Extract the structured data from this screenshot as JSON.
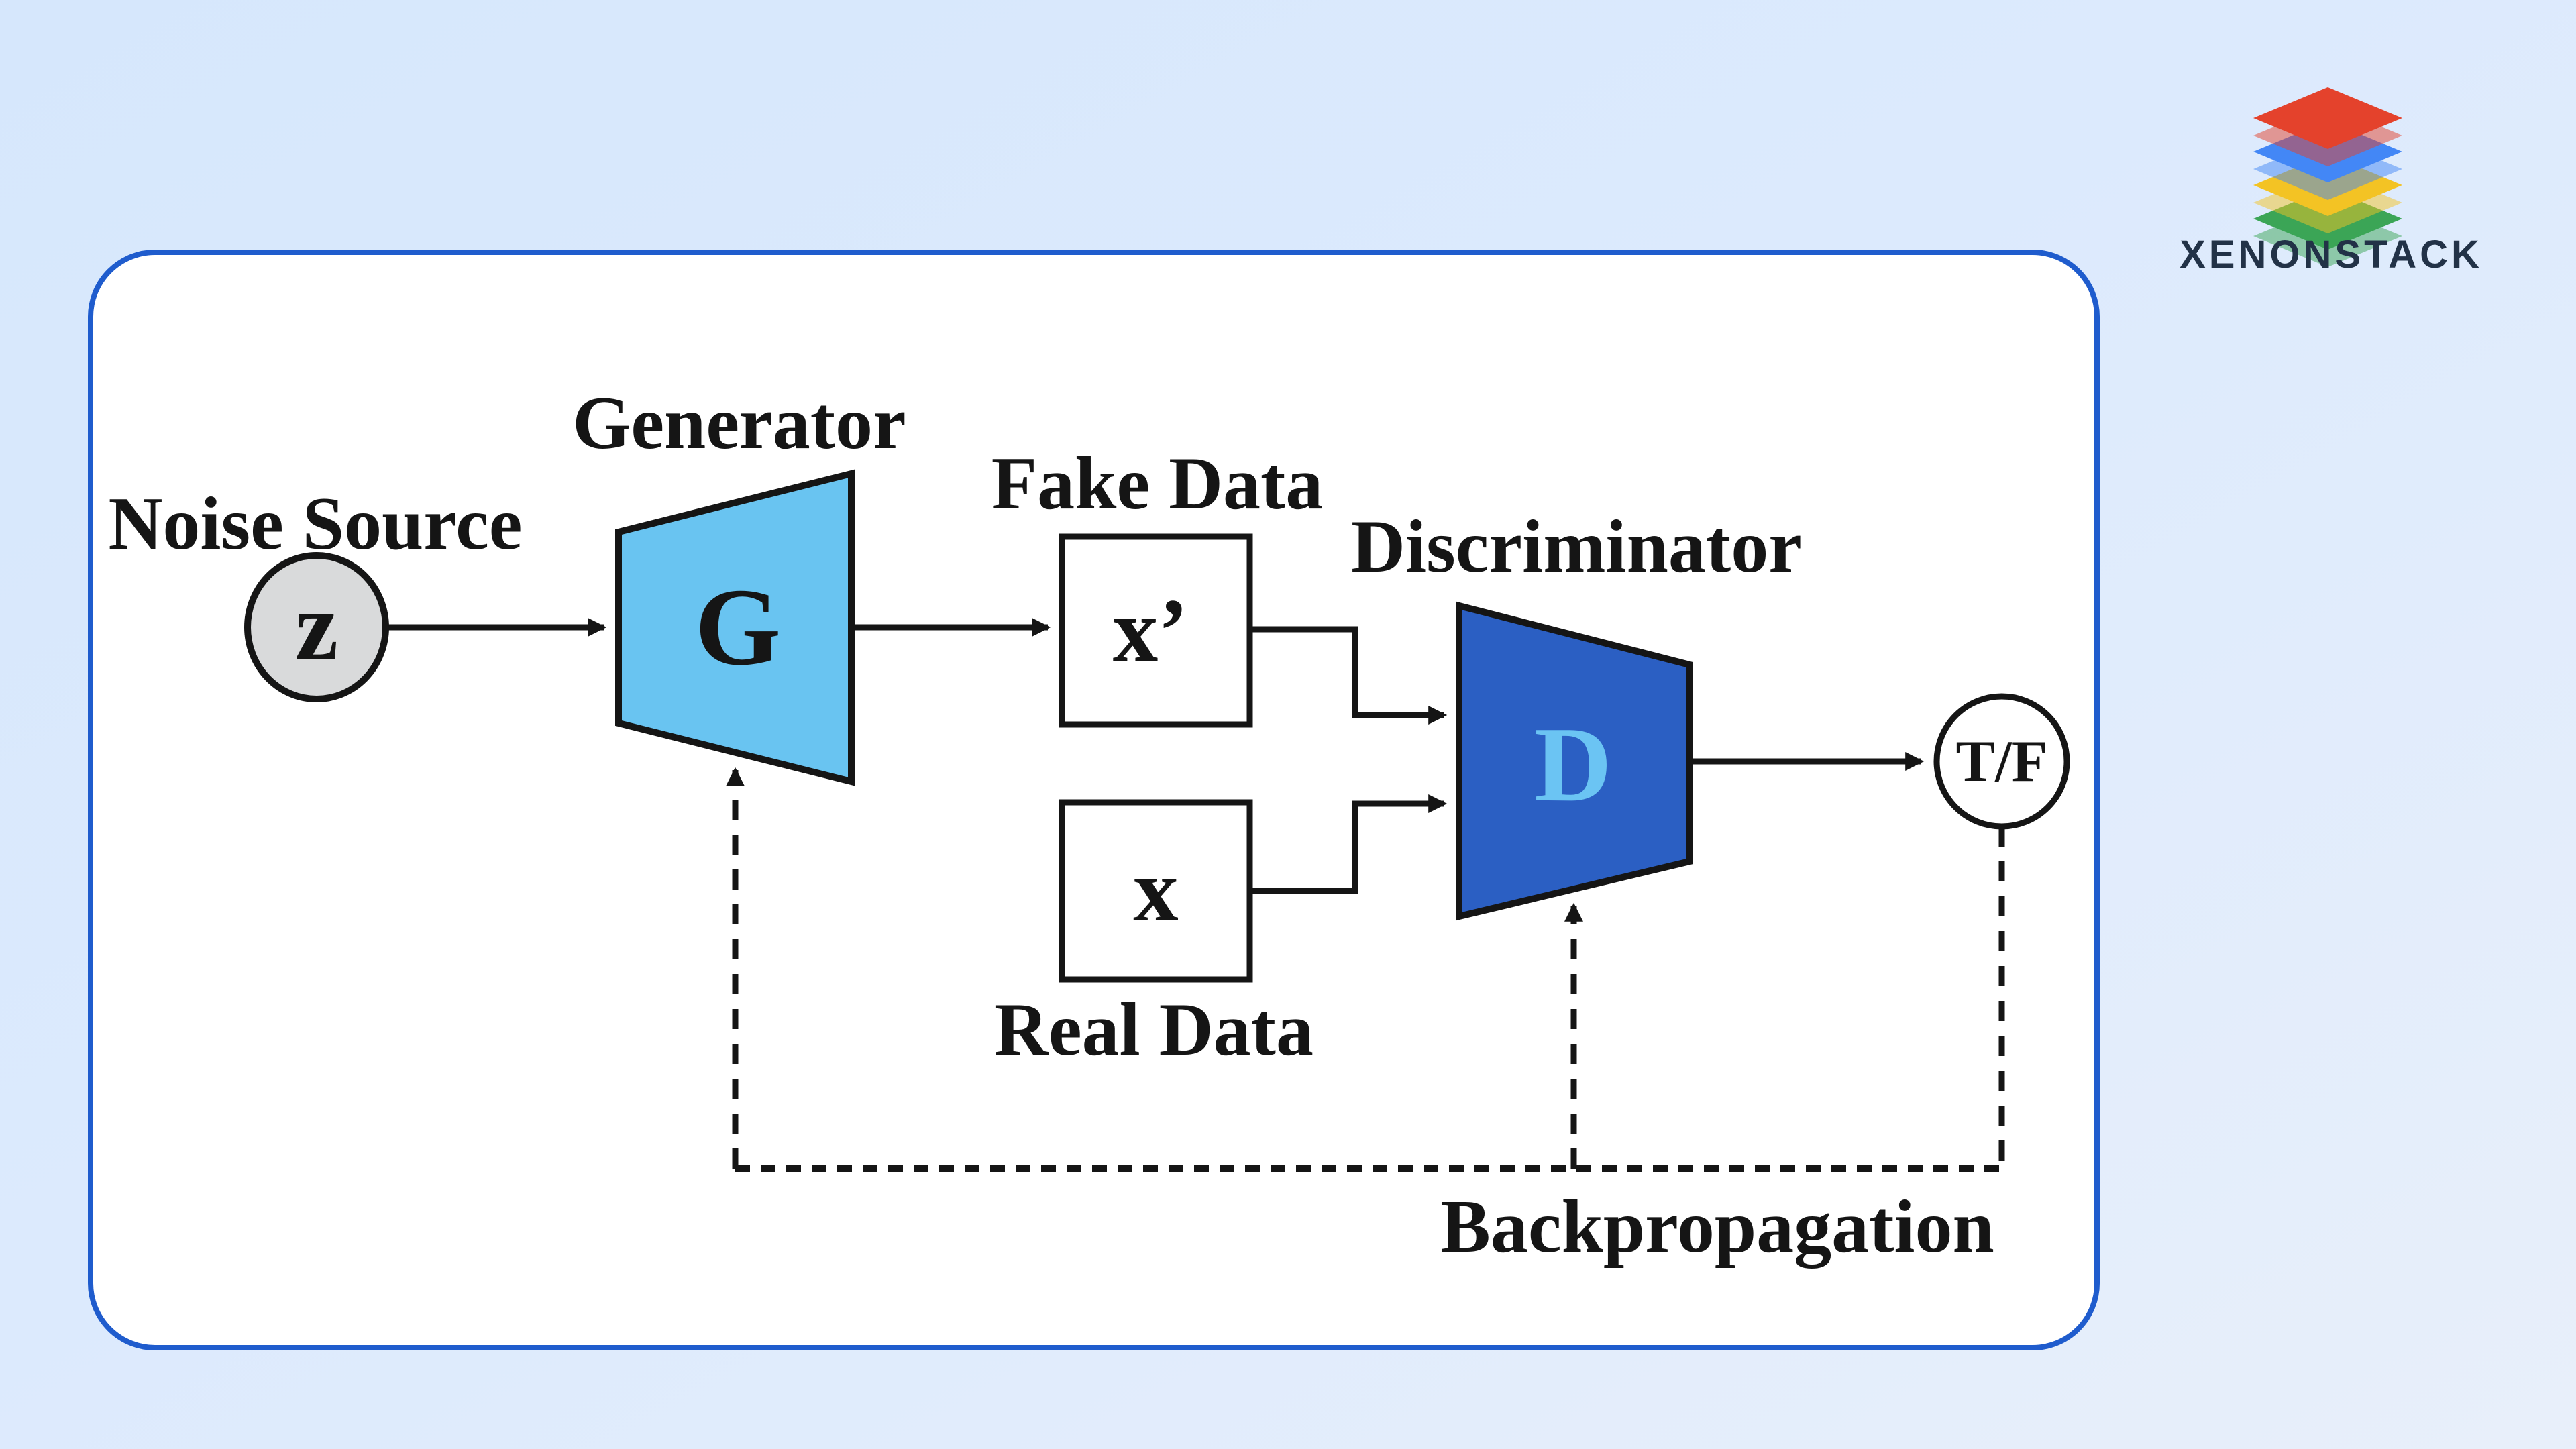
{
  "page": {
    "background_start": "#d6e7fc",
    "background_end": "#e8effa"
  },
  "card": {
    "border_color": "#1f5ccd",
    "background": "#ffffff"
  },
  "logo": {
    "wordmark": "XENONSTACK",
    "text_color": "#223247",
    "layers": [
      {
        "name": "red",
        "color": "#e4422c"
      },
      {
        "name": "blue",
        "color": "#4387f6"
      },
      {
        "name": "yellow",
        "color": "#f3c324"
      },
      {
        "name": "green",
        "color": "#3ba556"
      }
    ]
  },
  "diagram": {
    "colors": {
      "line": "#151515",
      "text": "#151515",
      "generator_fill": "#69c4f1",
      "discriminator_fill": "#2b5fc3",
      "d_letter": "#6bc4f3",
      "z_fill": "#d9dadb",
      "box_fill": "#ffffff"
    },
    "nodes": {
      "noise_source_label": "Noise Source",
      "z_letter": "z",
      "generator_label": "Generator",
      "g_letter": "G",
      "fake_data_label": "Fake Data",
      "x_prime_letter": "x’",
      "real_data_label": "Real Data",
      "x_letter": "x",
      "discriminator_label": "Discriminator",
      "d_letter": "D",
      "true_false_label": "T/F",
      "backpropagation_label": "Backpropagation"
    }
  }
}
